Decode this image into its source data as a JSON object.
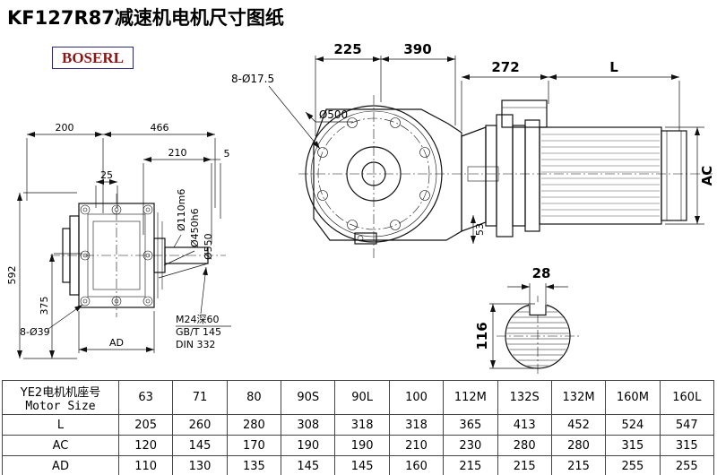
{
  "title": "KF127R87减速机电机尺寸图纸",
  "brand": "BOSERL",
  "front": {
    "dim_w1": "200",
    "dim_w2": "466",
    "dim_shaft_len": "210",
    "dim_gap": "5",
    "dim_offset": "25",
    "dim_h": "592",
    "dim_h2": "375",
    "holes": "8-Ø39",
    "dim_ad": "AD",
    "shaft_dia": "Ø110m6",
    "spigot_dia": "Ø450h6",
    "flange_dia": "Ø550",
    "tap_note": "M24深60",
    "std_gb": "GB/T 145",
    "std_din": "DIN 332"
  },
  "side": {
    "dim_a": "225",
    "dim_b": "390",
    "holes": "8-Ø17.5",
    "flange_dia": "Ø500",
    "dim_c": "272",
    "dim_len": "L",
    "dim_ac": "AC",
    "dim_d": "53"
  },
  "section": {
    "key_width": "28",
    "dia": "116"
  },
  "table": {
    "header_cn": "YE2电机机座号",
    "header_en": "Motor Size",
    "sizes": [
      "63",
      "71",
      "80",
      "90S",
      "90L",
      "100",
      "112M",
      "132S",
      "132M",
      "160M",
      "160L"
    ],
    "rows": [
      {
        "label": "L",
        "values": [
          "205",
          "260",
          "280",
          "308",
          "318",
          "318",
          "365",
          "413",
          "452",
          "524",
          "547"
        ]
      },
      {
        "label": "AC",
        "values": [
          "120",
          "145",
          "170",
          "190",
          "190",
          "210",
          "230",
          "280",
          "280",
          "315",
          "315"
        ]
      },
      {
        "label": "AD",
        "values": [
          "110",
          "130",
          "135",
          "145",
          "145",
          "160",
          "215",
          "215",
          "215",
          "255",
          "255"
        ]
      }
    ]
  }
}
